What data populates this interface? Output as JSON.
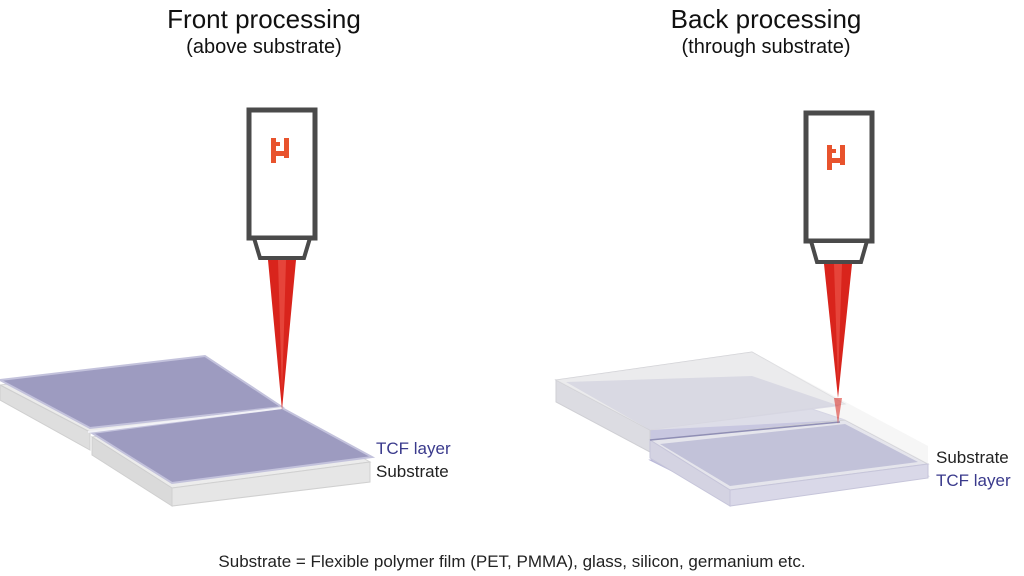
{
  "colors": {
    "tcf": "#3a3a8c",
    "text": "#222222",
    "laser": "#d9241c",
    "logo": "#e8532d",
    "housing": "#4a4a4a"
  },
  "left_panel": {
    "title": "Front processing",
    "subtitle": "(above substrate)",
    "tcf_label": "TCF layer",
    "substrate_label": "Substrate"
  },
  "right_panel": {
    "title": "Back processing",
    "subtitle": "(through substrate)",
    "substrate_label": "Substrate",
    "tcf_label": "TCF layer"
  },
  "footnote": "Substrate = Flexible polymer film (PET, PMMA), glass, silicon, germanium etc."
}
